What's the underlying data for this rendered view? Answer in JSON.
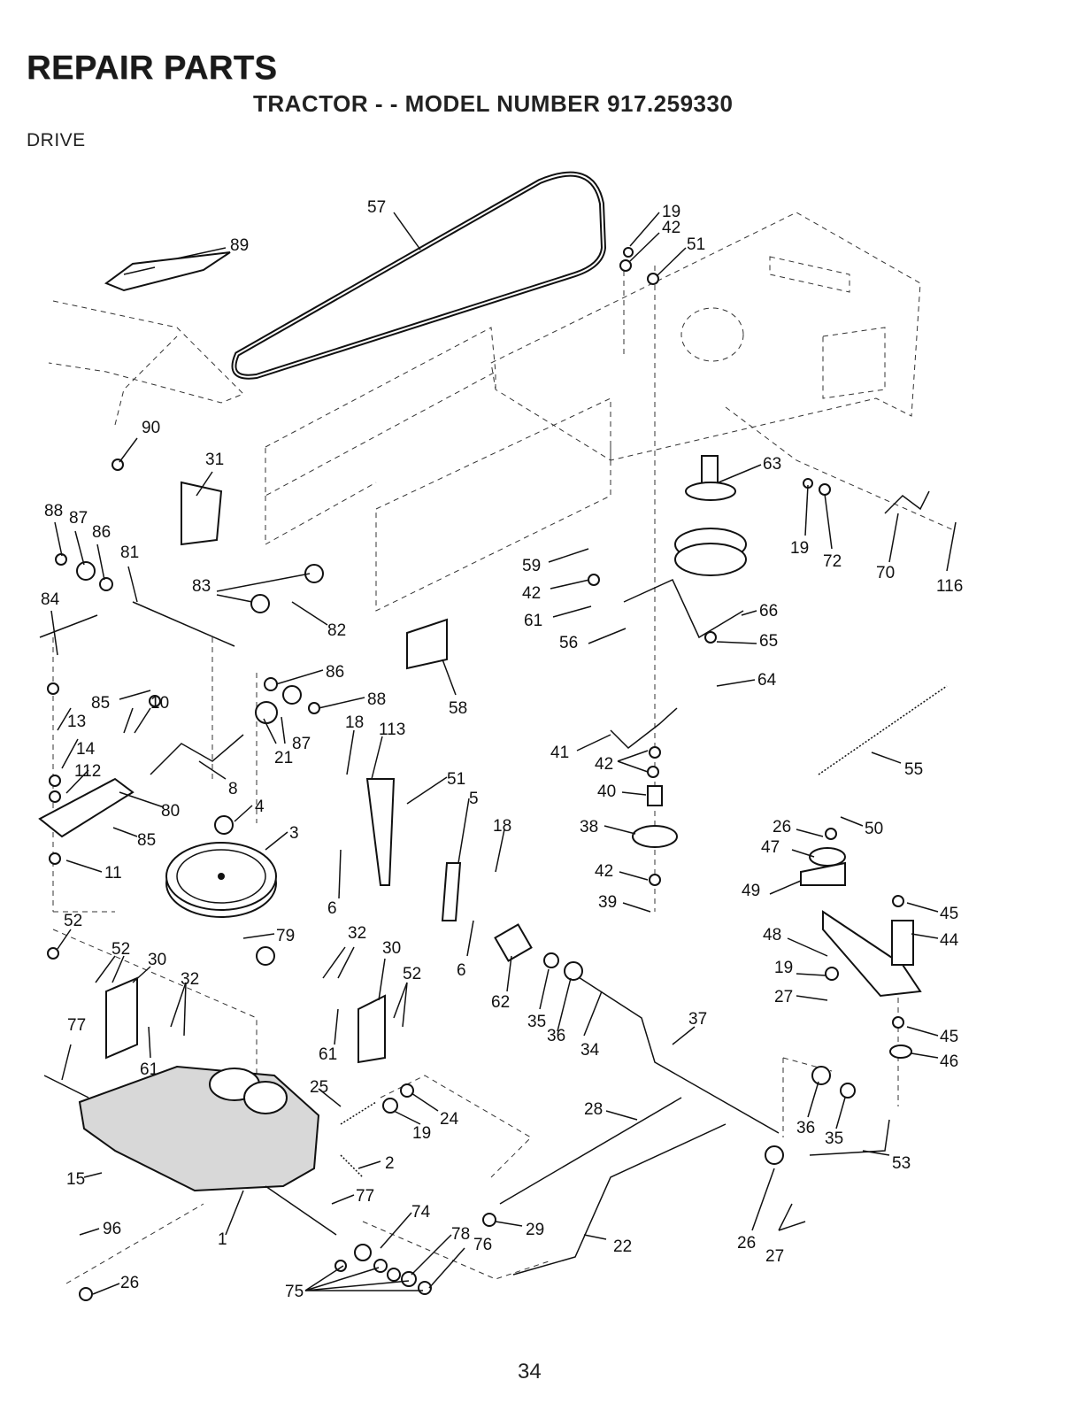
{
  "header": {
    "title": "REPAIR PARTS",
    "subtitle": "TRACTOR - - MODEL NUMBER 917.259330",
    "section": "DRIVE"
  },
  "page_number": "34",
  "callouts": [
    {
      "id": "c57",
      "text": "57"
    },
    {
      "id": "c19a",
      "text": "19"
    },
    {
      "id": "c42a",
      "text": "42"
    },
    {
      "id": "c51a",
      "text": "51"
    },
    {
      "id": "c89",
      "text": "89"
    },
    {
      "id": "c90",
      "text": "90"
    },
    {
      "id": "c31",
      "text": "31"
    },
    {
      "id": "c63",
      "text": "63"
    },
    {
      "id": "c19b",
      "text": "19"
    },
    {
      "id": "c72",
      "text": "72"
    },
    {
      "id": "c70",
      "text": "70"
    },
    {
      "id": "c116",
      "text": "116"
    },
    {
      "id": "c88a",
      "text": "88"
    },
    {
      "id": "c87a",
      "text": "87"
    },
    {
      "id": "c86a",
      "text": "86"
    },
    {
      "id": "c81",
      "text": "81"
    },
    {
      "id": "c84",
      "text": "84"
    },
    {
      "id": "c83",
      "text": "83"
    },
    {
      "id": "c82",
      "text": "82"
    },
    {
      "id": "c59",
      "text": "59"
    },
    {
      "id": "c42b",
      "text": "42"
    },
    {
      "id": "c61a",
      "text": "61"
    },
    {
      "id": "c56",
      "text": "56"
    },
    {
      "id": "c66",
      "text": "66"
    },
    {
      "id": "c65",
      "text": "65"
    },
    {
      "id": "c64",
      "text": "64"
    },
    {
      "id": "c86b",
      "text": "86"
    },
    {
      "id": "c85a",
      "text": "85"
    },
    {
      "id": "c88b",
      "text": "88"
    },
    {
      "id": "c10",
      "text": "10"
    },
    {
      "id": "c13",
      "text": "13"
    },
    {
      "id": "c14",
      "text": "14"
    },
    {
      "id": "c87b",
      "text": "87"
    },
    {
      "id": "c21",
      "text": "21"
    },
    {
      "id": "c18a",
      "text": "18"
    },
    {
      "id": "c113",
      "text": "113"
    },
    {
      "id": "c58",
      "text": "58"
    },
    {
      "id": "c41",
      "text": "41"
    },
    {
      "id": "c42c",
      "text": "42"
    },
    {
      "id": "c55",
      "text": "55"
    },
    {
      "id": "c112",
      "text": "112"
    },
    {
      "id": "c8",
      "text": "8"
    },
    {
      "id": "c51b",
      "text": "51"
    },
    {
      "id": "c40",
      "text": "40"
    },
    {
      "id": "c80",
      "text": "80"
    },
    {
      "id": "c4",
      "text": "4"
    },
    {
      "id": "c5",
      "text": "5"
    },
    {
      "id": "c85b",
      "text": "85"
    },
    {
      "id": "c3",
      "text": "3"
    },
    {
      "id": "c18b",
      "text": "18"
    },
    {
      "id": "c38",
      "text": "38"
    },
    {
      "id": "c26a",
      "text": "26"
    },
    {
      "id": "c50",
      "text": "50"
    },
    {
      "id": "c47",
      "text": "47"
    },
    {
      "id": "c11",
      "text": "11"
    },
    {
      "id": "c42d",
      "text": "42"
    },
    {
      "id": "c6a",
      "text": "6"
    },
    {
      "id": "c49",
      "text": "49"
    },
    {
      "id": "c39",
      "text": "39"
    },
    {
      "id": "c45a",
      "text": "45"
    },
    {
      "id": "c52a",
      "text": "52"
    },
    {
      "id": "c79",
      "text": "79"
    },
    {
      "id": "c32a",
      "text": "32"
    },
    {
      "id": "c44",
      "text": "44"
    },
    {
      "id": "c48",
      "text": "48"
    },
    {
      "id": "c52b",
      "text": "52"
    },
    {
      "id": "c30a",
      "text": "30"
    },
    {
      "id": "c30b",
      "text": "30"
    },
    {
      "id": "c52c",
      "text": "52"
    },
    {
      "id": "c6b",
      "text": "6"
    },
    {
      "id": "c19c",
      "text": "19"
    },
    {
      "id": "c32b",
      "text": "32"
    },
    {
      "id": "c27a",
      "text": "27"
    },
    {
      "id": "c62",
      "text": "62"
    },
    {
      "id": "c35a",
      "text": "35"
    },
    {
      "id": "c36a",
      "text": "36"
    },
    {
      "id": "c34",
      "text": "34"
    },
    {
      "id": "c37",
      "text": "37"
    },
    {
      "id": "c45b",
      "text": "45"
    },
    {
      "id": "c46",
      "text": "46"
    },
    {
      "id": "c77a",
      "text": "77"
    },
    {
      "id": "c61b",
      "text": "61"
    },
    {
      "id": "c61c",
      "text": "61"
    },
    {
      "id": "c25",
      "text": "25"
    },
    {
      "id": "c24",
      "text": "24"
    },
    {
      "id": "c19d",
      "text": "19"
    },
    {
      "id": "c28",
      "text": "28"
    },
    {
      "id": "c36b",
      "text": "36"
    },
    {
      "id": "c35b",
      "text": "35"
    },
    {
      "id": "c53",
      "text": "53"
    },
    {
      "id": "c2",
      "text": "2"
    },
    {
      "id": "c15",
      "text": "15"
    },
    {
      "id": "c77b",
      "text": "77"
    },
    {
      "id": "c74",
      "text": "74"
    },
    {
      "id": "c96",
      "text": "96"
    },
    {
      "id": "c29",
      "text": "29"
    },
    {
      "id": "c78",
      "text": "78"
    },
    {
      "id": "c76",
      "text": "76"
    },
    {
      "id": "c22",
      "text": "22"
    },
    {
      "id": "c26b",
      "text": "26"
    },
    {
      "id": "c27b",
      "text": "27"
    },
    {
      "id": "c1",
      "text": "1"
    },
    {
      "id": "c26c",
      "text": "26"
    },
    {
      "id": "c75",
      "text": "75"
    }
  ]
}
